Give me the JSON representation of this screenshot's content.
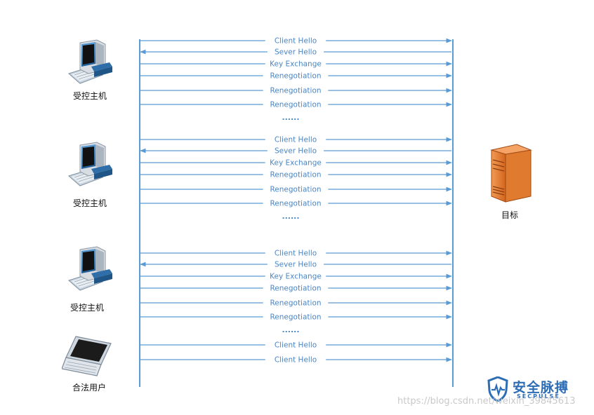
{
  "hosts": [
    {
      "label": "受控主机",
      "icon": "desktop-computer-icon"
    },
    {
      "label": "受控主机",
      "icon": "desktop-computer-icon"
    },
    {
      "label": "受控主机",
      "icon": "desktop-computer-icon"
    },
    {
      "label": "合法用户",
      "icon": "laptop-icon"
    }
  ],
  "target": {
    "label": "目标",
    "icon": "server-icon"
  },
  "groups": [
    {
      "messages": [
        {
          "text": "Client Hello",
          "direction": "to-target"
        },
        {
          "text": "Sever Hello",
          "direction": "to-client"
        },
        {
          "text": "Key Exchange",
          "direction": "to-target"
        },
        {
          "text": "Renegotiation",
          "direction": "to-target"
        },
        {
          "text": "Renegotiation",
          "direction": "to-target"
        },
        {
          "text": "Renegotiation",
          "direction": "to-target"
        }
      ],
      "ellipsis": "......"
    },
    {
      "messages": [
        {
          "text": "Client Hello",
          "direction": "to-target"
        },
        {
          "text": "Sever Hello",
          "direction": "to-client"
        },
        {
          "text": "Key Exchange",
          "direction": "to-target"
        },
        {
          "text": "Renegotiation",
          "direction": "to-target"
        },
        {
          "text": "Renegotiation",
          "direction": "to-target"
        },
        {
          "text": "Renegotiation",
          "direction": "to-target"
        }
      ],
      "ellipsis": "......"
    },
    {
      "messages": [
        {
          "text": "Client Hello",
          "direction": "to-target"
        },
        {
          "text": "Sever Hello",
          "direction": "to-client"
        },
        {
          "text": "Key Exchange",
          "direction": "to-target"
        },
        {
          "text": "Renegotiation",
          "direction": "to-target"
        },
        {
          "text": "Renegotiation",
          "direction": "to-target"
        },
        {
          "text": "Renegotiation",
          "direction": "to-target"
        }
      ],
      "ellipsis": "......"
    },
    {
      "messages": [
        {
          "text": "Client Hello",
          "direction": "to-target"
        },
        {
          "text": "Client Hello",
          "direction": "to-target"
        }
      ],
      "ellipsis": ""
    }
  ],
  "watermark": {
    "brand": "安全脉搏",
    "sub": "SECPULSE",
    "url": "https://blog.csdn.net/weixin_39845613"
  },
  "colors": {
    "line": "#5b9bd5",
    "label": "#4a86c5",
    "server": "#e07a2e",
    "monitor": "#2f6ea8"
  }
}
